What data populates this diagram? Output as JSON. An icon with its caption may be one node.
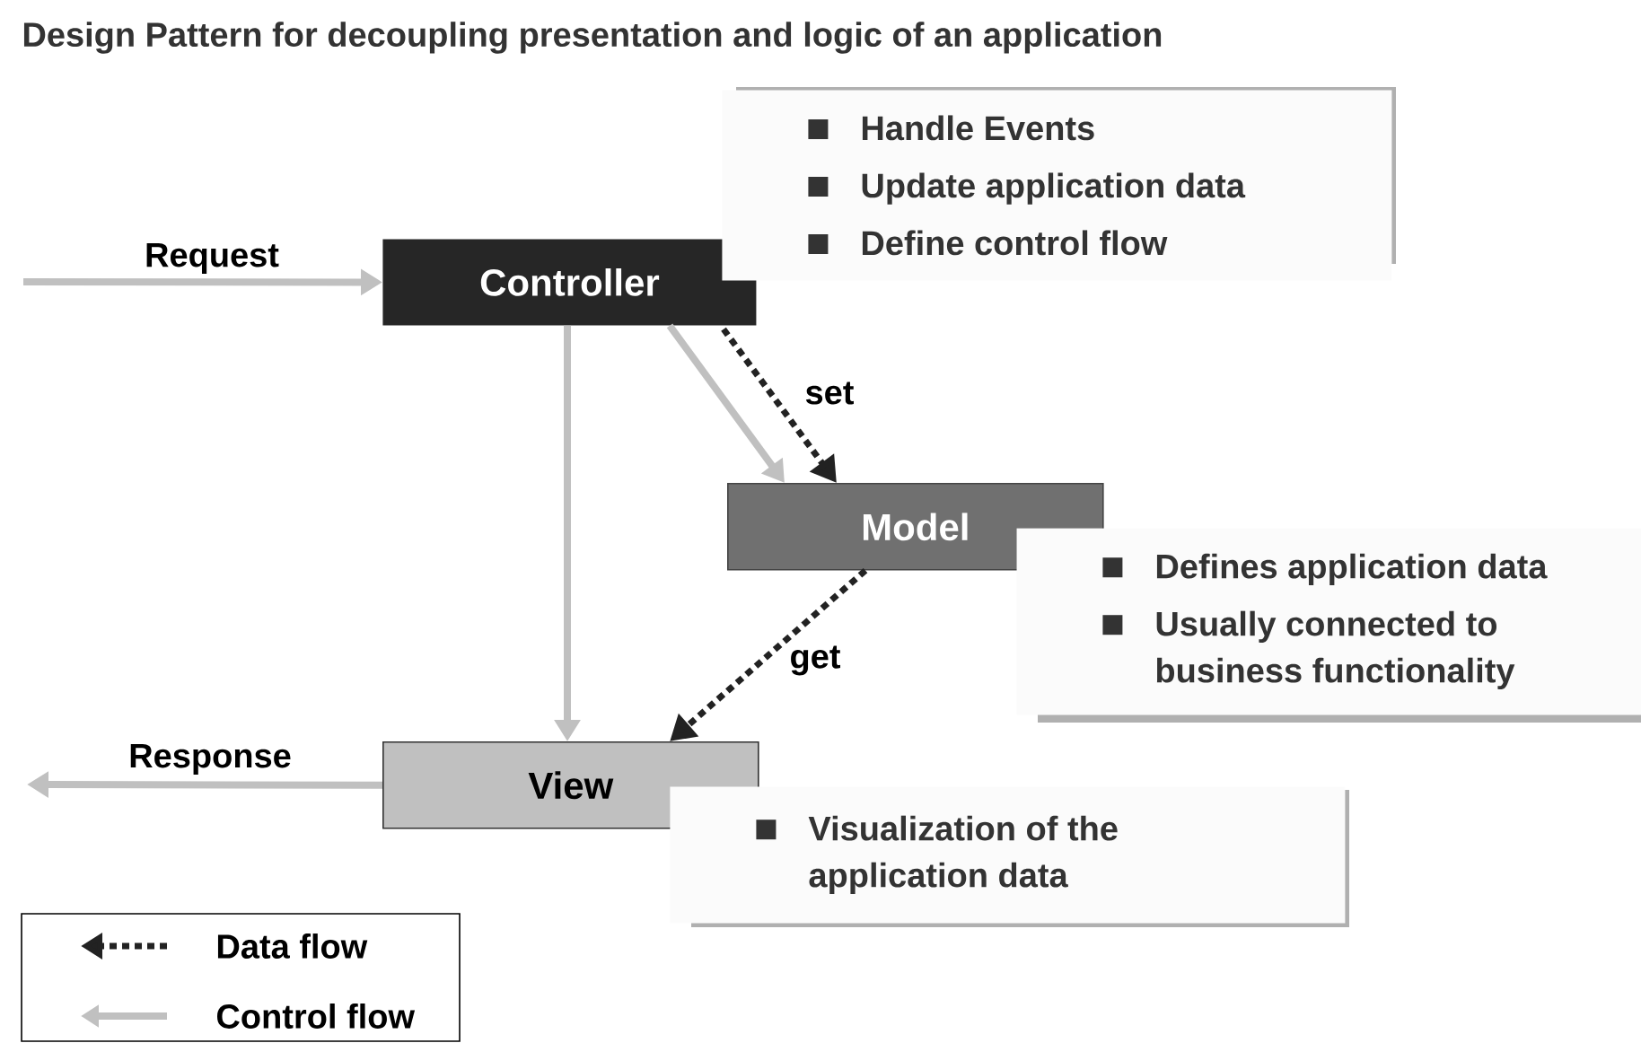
{
  "diagram": {
    "title": "Design Pattern for decoupling presentation and logic of an application",
    "nodes": [
      {
        "text": [
          "Controller"
        ]
      },
      {
        "text": [
          "Model"
        ]
      },
      {
        "text": [
          "View"
        ]
      },
      {
        "text": [
          "Handle Events",
          "Update application data",
          "Define control flow"
        ]
      },
      {
        "text": [
          "Defines application data",
          "Usually connected to business functionality"
        ]
      },
      {
        "text": [
          "Visualization of the application data"
        ]
      }
    ],
    "edges": [
      {
        "from": null,
        "to": 0,
        "arrow": "to",
        "label": "Request"
      },
      {
        "from": 2,
        "to": null,
        "arrow": "to",
        "label": "Response"
      },
      {
        "from": 0,
        "to": 2,
        "arrow": "to"
      },
      {
        "from": 0,
        "to": 1,
        "arrow": "to"
      },
      {
        "from": 0,
        "to": 1,
        "arrow": "to",
        "label": "set",
        "style": "dashed",
        "color": "#222222"
      },
      {
        "from": 1,
        "to": 2,
        "arrow": "to",
        "label": "get",
        "style": "dashed",
        "color": "#222222"
      }
    ],
    "legend": [
      {
        "text": "Data flow"
      },
      {
        "text": "Control flow"
      }
    ]
  }
}
